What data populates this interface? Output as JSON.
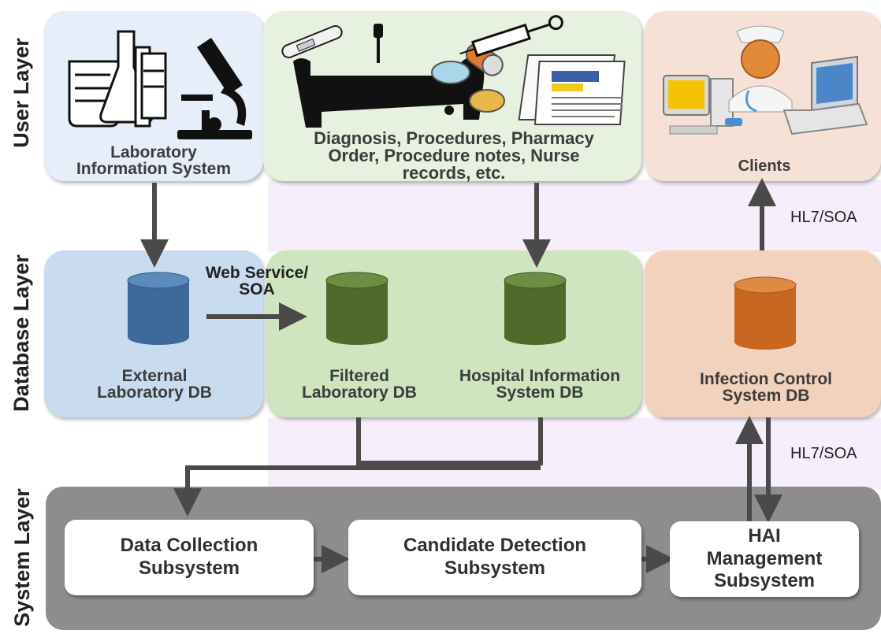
{
  "layers": {
    "user": "User Layer",
    "database": "Database Layer",
    "system": "System Layer"
  },
  "user_layer": {
    "lab_system": "Laboratory\nInformation System",
    "hospital_records": "Diagnosis, Procedures, Pharmacy\nOrder, Procedure notes, Nurse\nrecords, etc.",
    "clients": "Clients"
  },
  "database_layer": {
    "external_lab_db": "External\nLaboratory DB",
    "web_service": "Web Service/\nSOA",
    "filtered_lab_db": "Filtered\nLaboratory DB",
    "his_db": "Hospital Information\nSystem DB",
    "ics_db": "Infection Control\nSystem DB"
  },
  "system_layer": {
    "data_collection": "Data Collection\nSubsystem",
    "candidate_detection": "Candidate Detection\nSubsystem",
    "hai_management": "HAI\nManagement\nSubsystem"
  },
  "protocols": {
    "upper": "HL7/SOA",
    "lower": "HL7/SOA"
  },
  "colors": {
    "blue_db": "#3d6a99",
    "green_db": "#4e6b2c",
    "orange_db": "#c8671f",
    "arrow": "#4a4a4a",
    "system_bg": "#8d8d8d"
  }
}
